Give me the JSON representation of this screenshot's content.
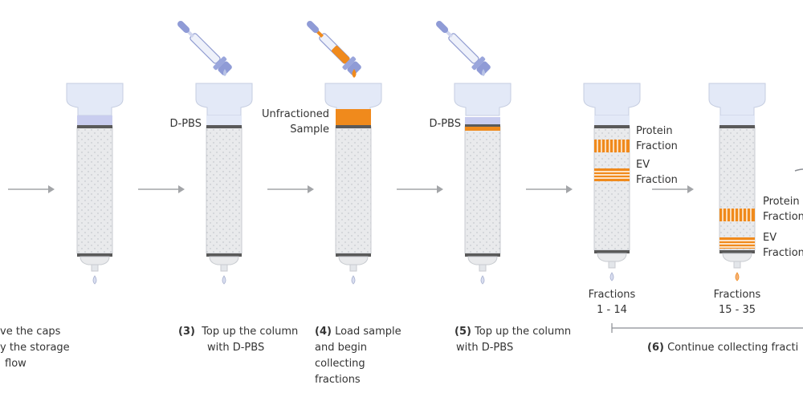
{
  "steps": {
    "s2": {
      "line1": "ve the caps",
      "line2": "y the storage",
      "line3": "flow"
    },
    "s3": {
      "num": "(3)",
      "line1": "Top up the column",
      "line2": "with D-PBS"
    },
    "s4": {
      "num": "(4)",
      "line1": "Load sample",
      "line2": "and begin",
      "line3": "collecting",
      "line4": "fractions"
    },
    "s5": {
      "num": "(5)",
      "line1": "Top up the column",
      "line2": "with D-PBS"
    },
    "s6": {
      "num": "(6)",
      "text": "Continue collecting fracti"
    }
  },
  "labels": {
    "dpbs": "D-PBS",
    "unfractioned_1": "Unfractioned",
    "unfractioned_2": "Sample",
    "protein_1": "Protein",
    "protein_2": "Fraction",
    "ev_1": "EV",
    "ev_2": "Fraction",
    "protein_b1": "Protein",
    "protein_b2": "Fraction",
    "ev_b1": "EV",
    "ev_b2": "Fraction",
    "fractions": "Fractions",
    "range_a": "1 - 14",
    "range_b": "15 - 35"
  },
  "colors": {
    "orange": "#f08a1c",
    "cap": "#e3e9f7",
    "cap_stroke": "#c5cde0",
    "buffer": "#c9cdef",
    "column": "#e9eaec",
    "column_stroke": "#c8cbd0",
    "band": "#5a5a5a",
    "arrow": "#a3a5a8",
    "dropper": "#9aa6dc",
    "drop": "#b8c3e6"
  }
}
